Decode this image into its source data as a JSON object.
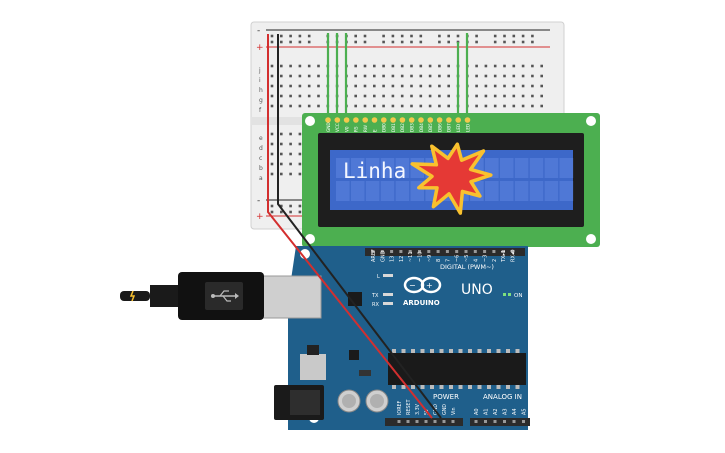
{
  "lcd": {
    "line1": "Linha",
    "pin_labels": [
      "GND",
      "VCC",
      "V0",
      "RS",
      "RW",
      "E",
      "DB0",
      "DB1",
      "DB2",
      "DB3",
      "DB4",
      "DB5",
      "DB6",
      "DB7",
      "LED",
      "LED"
    ]
  },
  "breadboard": {
    "row_letters_top": [
      "j",
      "i",
      "h",
      "g",
      "f"
    ],
    "row_letters_bottom": [
      "e",
      "d",
      "c",
      "b",
      "a"
    ],
    "rail_minus": "-",
    "rail_plus": "+"
  },
  "arduino": {
    "logo": "ARDUINO",
    "model": "UNO",
    "digital_label": "DIGITAL (PWM~)",
    "power_label": "POWER",
    "analog_label": "ANALOG IN",
    "on_label": "ON",
    "led_l": "L",
    "led_tx": "TX",
    "led_rx": "RX",
    "digital_pins": [
      "AREF",
      "GND",
      "13",
      "12",
      "~11",
      "~10",
      "~9",
      "8",
      "7",
      "~6",
      "~5",
      "4",
      "~3",
      "2",
      "TX▸1",
      "RX◂0"
    ],
    "power_pins": [
      "IOREF",
      "RESET",
      "3.3V",
      "5V",
      "GND",
      "GND",
      "Vin"
    ],
    "analog_pins": [
      "A0",
      "A1",
      "A2",
      "A3",
      "A4",
      "A5"
    ]
  },
  "colors": {
    "board": "#1f5f8b",
    "lcd_pcb": "#4caf50",
    "lcd_screen": "#3d68c9",
    "breadboard": "#f1f1f1",
    "wire_red": "#d32f2f",
    "wire_black": "#222222",
    "wire_green": "#4caf50",
    "burst_fill": "#e53935",
    "burst_stroke": "#f9c12e"
  }
}
